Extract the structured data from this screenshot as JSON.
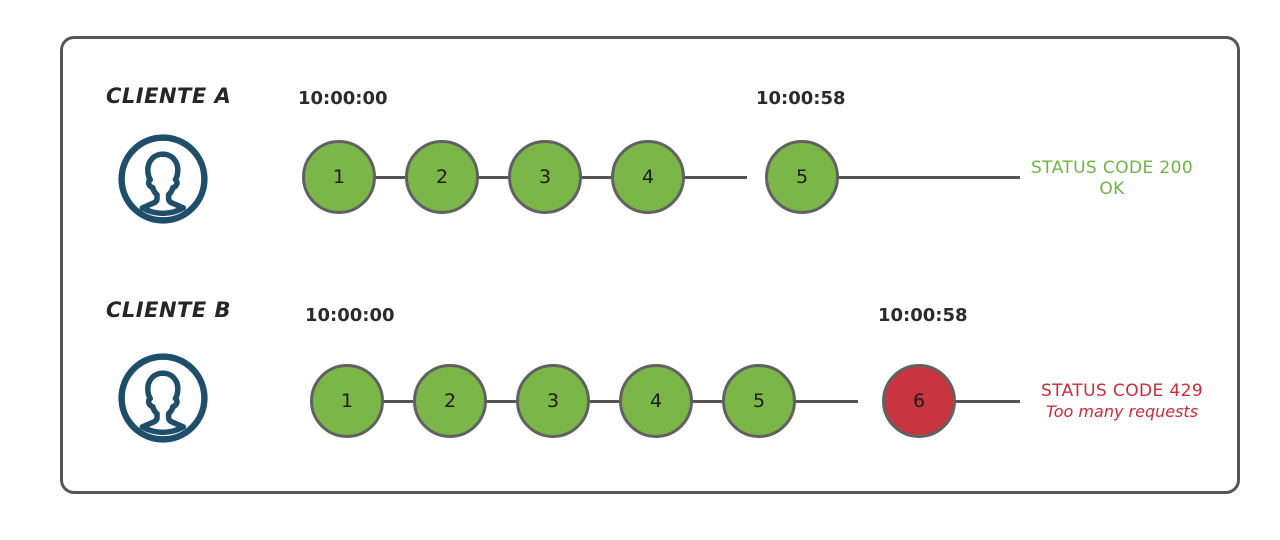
{
  "diagram": {
    "title_present": false,
    "colors": {
      "frame_border": "#555555",
      "node_green": "#7AB648",
      "node_red": "#C9353E",
      "node_border": "#616161",
      "connector": "#555555",
      "avatar": "#1F4E6B",
      "status_ok_text": "#6CB544",
      "status_error_text": "#CB2B39",
      "label_text": "#262626",
      "timestamp_text": "#2B2B2B",
      "background": "#FFFFFF"
    },
    "rows": [
      {
        "id": "cliente-a",
        "label": "CLIENTE A",
        "avatar_icon": "user-avatar-icon",
        "start_time": "10:00:00",
        "end_time": "10:00:58",
        "nodes": [
          {
            "number": "1",
            "state": "ok"
          },
          {
            "number": "2",
            "state": "ok"
          },
          {
            "number": "3",
            "state": "ok"
          },
          {
            "number": "4",
            "state": "ok"
          },
          {
            "number": "5",
            "state": "ok"
          }
        ],
        "status": {
          "line1": "STATUS CODE 200",
          "line2": "OK",
          "kind": "ok"
        }
      },
      {
        "id": "cliente-b",
        "label": "CLIENTE B",
        "avatar_icon": "user-avatar-icon",
        "start_time": "10:00:00",
        "end_time": "10:00:58",
        "nodes": [
          {
            "number": "1",
            "state": "ok"
          },
          {
            "number": "2",
            "state": "ok"
          },
          {
            "number": "3",
            "state": "ok"
          },
          {
            "number": "4",
            "state": "ok"
          },
          {
            "number": "5",
            "state": "ok"
          },
          {
            "number": "6",
            "state": "error"
          }
        ],
        "status": {
          "line1": "STATUS CODE 429",
          "line2": "Too many requests",
          "kind": "error"
        }
      }
    ]
  }
}
